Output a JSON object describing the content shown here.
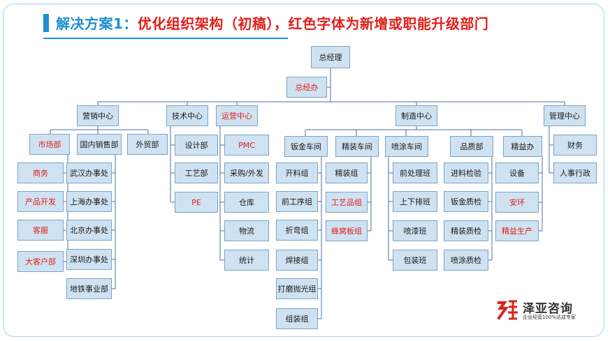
{
  "title": {
    "prefix": "解决方案1：",
    "main": "优化组织架构（初稿），红色字体为新增或职能升级部门"
  },
  "org": {
    "ceo": "总经理",
    "ceo_office": "总经办",
    "centers": {
      "sales": "营销中心",
      "tech": "技术中心",
      "ops": "运营中心",
      "mfg": "制造中心",
      "mgmt": "管理中心"
    },
    "sales": {
      "market": "市场部",
      "domestic": "国内销售部",
      "foreign": "外贸部",
      "market_subs": [
        "商务",
        "产品开发",
        "客服",
        "大客户部"
      ],
      "domestic_subs": [
        "武汉办事处",
        "上海办事处",
        "北京办事处",
        "深圳办事处",
        "地铁事业部"
      ]
    },
    "tech": [
      "设计部",
      "工艺部",
      "PE"
    ],
    "ops": [
      "PMC",
      "采购/外发",
      "仓库",
      "物流",
      "统计"
    ],
    "mfg": {
      "sheet_metal": {
        "name": "钣金车间",
        "items": [
          "开料组",
          "前工序组",
          "折弯组",
          "焊接组",
          "打磨抛光组",
          "组装组"
        ]
      },
      "assembly": {
        "name": "精装车间",
        "items": [
          "精装组",
          "工艺品组",
          "蜂窝板组"
        ]
      },
      "paint": {
        "name": "喷涂车间",
        "items": [
          "前处理班",
          "上下排班",
          "喷漆班",
          "包装班"
        ]
      },
      "quality": {
        "name": "品质部",
        "items": [
          "进料检验",
          "钣金质检",
          "精装质检",
          "喷涂质检"
        ]
      },
      "lean": {
        "name": "精益办",
        "items": [
          "设备",
          "安环",
          "精益生产"
        ]
      }
    },
    "mgmt": [
      "财务",
      "人事行政"
    ]
  },
  "logo": {
    "name": "泽亚咨询",
    "tagline": "企业经营100%达成专家"
  },
  "colors": {
    "accent": "#1e8fd0",
    "highlight": "#e0201b",
    "box_fill": "#cfe2f1",
    "box_border": "#7aa3c9"
  }
}
